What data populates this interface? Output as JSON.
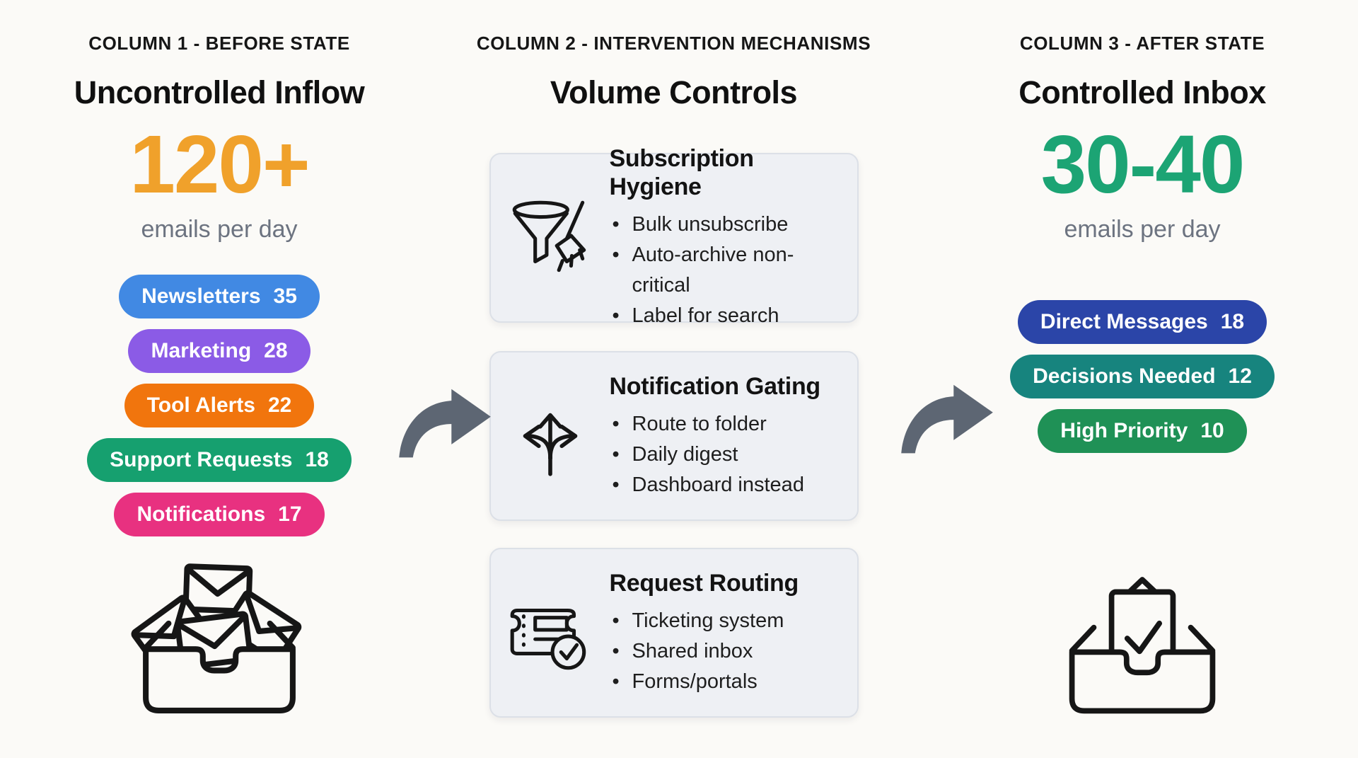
{
  "arrows": {
    "color": "#5D6673",
    "icon": "curved-right-arrow-icon"
  },
  "accent_colors": {
    "before_metric": "#F0A12B",
    "after_metric": "#1CA474"
  },
  "columns": [
    {
      "kicker": "COLUMN 1 - BEFORE STATE",
      "title": "Uncontrolled Inflow",
      "metric": "120+",
      "metric_color": "#F0A12B",
      "metric_caption": "emails per day",
      "pills": [
        {
          "label": "Newsletters",
          "count": "35",
          "color": "#4189E3"
        },
        {
          "label": "Marketing",
          "count": "28",
          "color": "#8B5BE6"
        },
        {
          "label": "Tool Alerts",
          "count": "22",
          "color": "#F1750D"
        },
        {
          "label": "Support Requests",
          "count": "18",
          "color": "#16A06F"
        },
        {
          "label": "Notifications",
          "count": "17",
          "color": "#E83180"
        }
      ],
      "icon": "overflowing-inbox-icon"
    },
    {
      "kicker": "COLUMN 2 - INTERVENTION MECHANISMS",
      "title": "Volume Controls",
      "cards": [
        {
          "icon": "funnel-broom-icon",
          "title": "Subscription Hygiene",
          "bullets": [
            "Bulk unsubscribe",
            "Auto-archive non-critical",
            "Label for search"
          ]
        },
        {
          "icon": "branching-arrows-icon",
          "title": "Notification Gating",
          "bullets": [
            "Route to folder",
            "Daily digest",
            "Dashboard instead"
          ]
        },
        {
          "icon": "ticket-check-icon",
          "title": "Request Routing",
          "bullets": [
            "Ticketing system",
            "Shared inbox",
            "Forms/portals"
          ]
        }
      ]
    },
    {
      "kicker": "COLUMN 3 - AFTER STATE",
      "title": "Controlled Inbox",
      "metric": "30-40",
      "metric_color": "#1CA474",
      "metric_caption": "emails per day",
      "pills": [
        {
          "label": "Direct Messages",
          "count": "18",
          "color": "#2B45A8"
        },
        {
          "label": "Decisions Needed",
          "count": "12",
          "color": "#17847E"
        },
        {
          "label": "High Priority",
          "count": "10",
          "color": "#1F9156"
        }
      ],
      "icon": "clean-inbox-check-icon"
    }
  ]
}
